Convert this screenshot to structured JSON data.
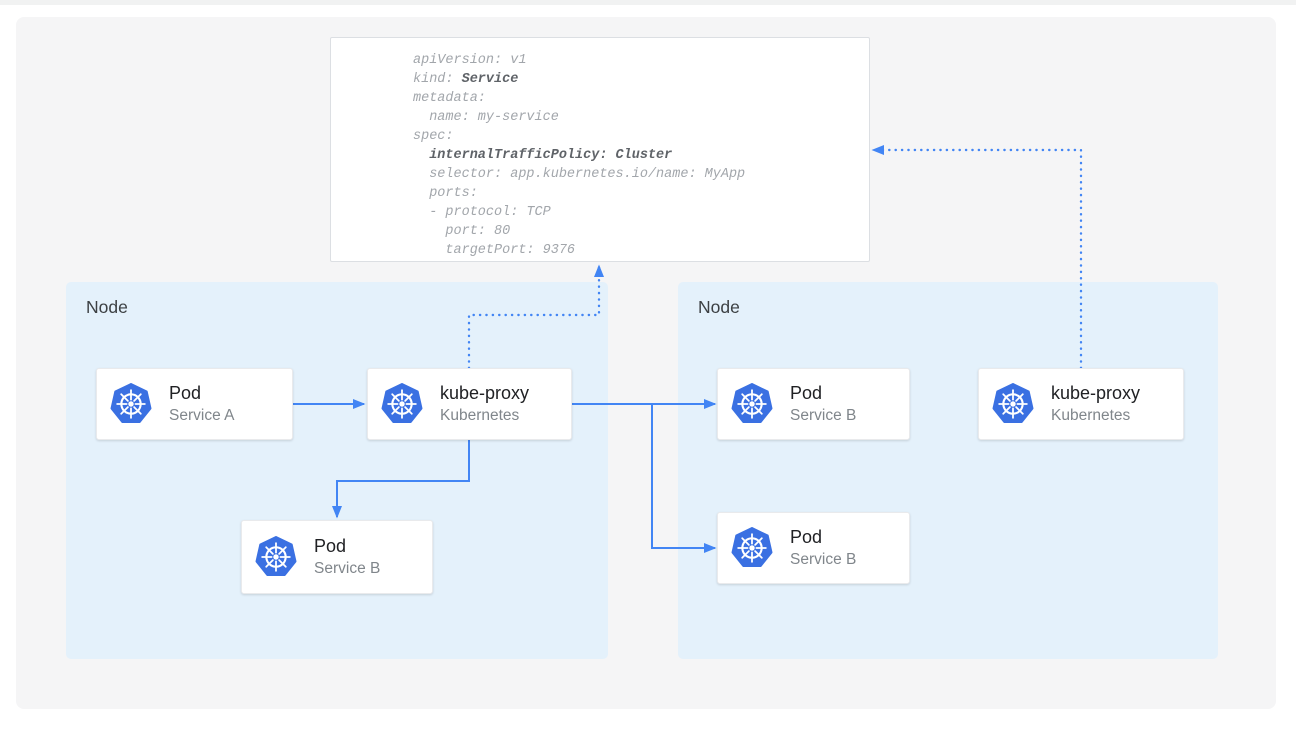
{
  "colors": {
    "arrow_blue": "#4285f4",
    "kubernetes_blue": "#3a70e2",
    "node_bg": "#e4f1fb",
    "canvas_bg": "#f5f5f6",
    "yaml_regular_text": "#a2a6ab",
    "yaml_bold_text": "#5f6368"
  },
  "yaml_panel": {
    "lines": [
      {
        "segs": [
          {
            "t": "apiVersion: v1"
          }
        ]
      },
      {
        "segs": [
          {
            "t": "kind: "
          },
          {
            "t": "Service",
            "b": true
          }
        ]
      },
      {
        "segs": [
          {
            "t": "metadata:"
          }
        ]
      },
      {
        "segs": [
          {
            "t": "  name: my-service"
          }
        ]
      },
      {
        "segs": [
          {
            "t": "spec:"
          }
        ]
      },
      {
        "segs": [
          {
            "t": "  "
          },
          {
            "t": "internalTrafficPolicy: Cluster",
            "b": true
          }
        ]
      },
      {
        "segs": [
          {
            "t": "  selector: app.kubernetes.io/name: MyApp"
          }
        ]
      },
      {
        "segs": [
          {
            "t": "  ports:"
          }
        ]
      },
      {
        "segs": [
          {
            "t": "  - protocol: TCP"
          }
        ]
      },
      {
        "segs": [
          {
            "t": "    port: 80"
          }
        ]
      },
      {
        "segs": [
          {
            "t": "    targetPort: 9376"
          }
        ]
      }
    ]
  },
  "nodes": {
    "left": {
      "label": "Node"
    },
    "right": {
      "label": "Node"
    }
  },
  "cards": {
    "pod_a": {
      "title": "Pod",
      "subtitle": "Service A",
      "icon": "kubernetes-icon"
    },
    "kube_proxy_left": {
      "title": "kube-proxy",
      "subtitle": "Kubernetes",
      "icon": "kubernetes-icon"
    },
    "pod_b_left": {
      "title": "Pod",
      "subtitle": "Service B",
      "icon": "kubernetes-icon"
    },
    "pod_b_right_top": {
      "title": "Pod",
      "subtitle": "Service B",
      "icon": "kubernetes-icon"
    },
    "pod_b_right_bottom": {
      "title": "Pod",
      "subtitle": "Service B",
      "icon": "kubernetes-icon"
    },
    "kube_proxy_right": {
      "title": "kube-proxy",
      "subtitle": "Kubernetes",
      "icon": "kubernetes-icon"
    }
  }
}
